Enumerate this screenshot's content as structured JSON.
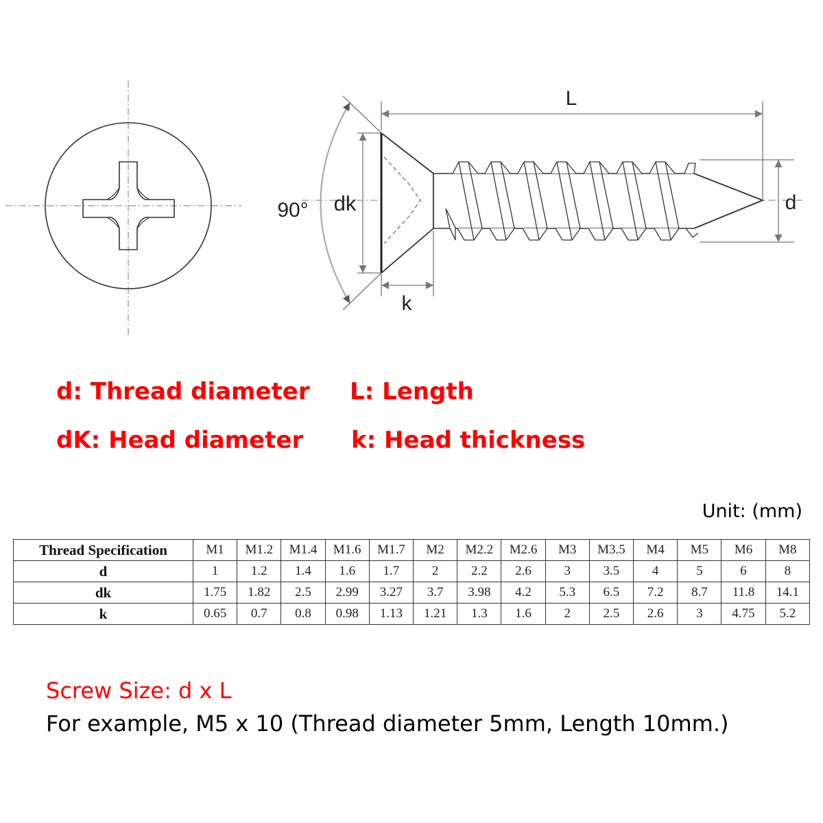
{
  "diagram": {
    "labels": {
      "length": "L",
      "diameter": "d",
      "head_diameter": "dk",
      "head_thickness": "k",
      "angle": "90°"
    }
  },
  "legend": {
    "thread_diameter": "d: Thread diameter",
    "length": "L: Length",
    "head_diameter": "dK: Head diameter",
    "head_thickness": "k: Head thickness",
    "color": "#ff0000"
  },
  "table": {
    "unit": "Unit: (mm)",
    "header_label": "Thread Specification",
    "columns": [
      "M1",
      "M1.2",
      "M1.4",
      "M1.6",
      "M1.7",
      "M2",
      "M2.2",
      "M2.6",
      "M3",
      "M3.5",
      "M4",
      "M5",
      "M6",
      "M8"
    ],
    "rows": [
      {
        "label": "d",
        "values": [
          "1",
          "1.2",
          "1.4",
          "1.6",
          "1.7",
          "2",
          "2.2",
          "2.6",
          "3",
          "3.5",
          "4",
          "5",
          "6",
          "8"
        ]
      },
      {
        "label": "dk",
        "values": [
          "1.75",
          "1.82",
          "2.5",
          "2.99",
          "3.27",
          "3.7",
          "3.98",
          "4.2",
          "5.3",
          "6.5",
          "7.2",
          "8.7",
          "11.8",
          "14.1"
        ]
      },
      {
        "label": "k",
        "values": [
          "0.65",
          "0.7",
          "0.8",
          "0.98",
          "1.13",
          "1.21",
          "1.3",
          "1.6",
          "2",
          "2.5",
          "2.6",
          "3",
          "4.75",
          "5.2"
        ]
      }
    ]
  },
  "notes": {
    "screw_size": "Screw Size: d x L",
    "example": "For example, M5 x 10 (Thread diameter 5mm, Length 10mm.)"
  }
}
